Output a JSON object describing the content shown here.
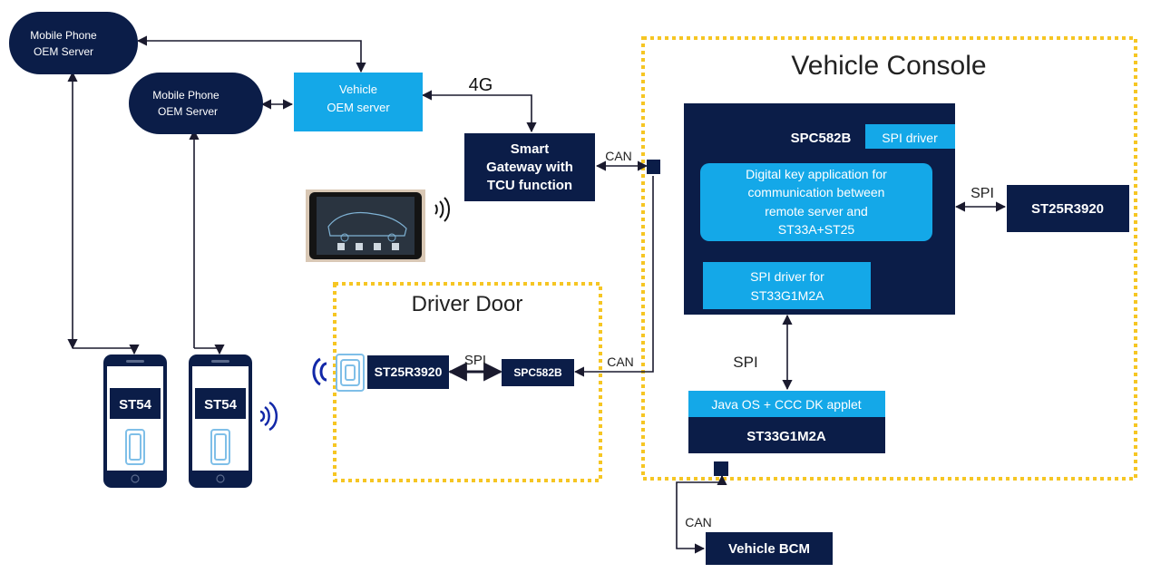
{
  "servers": {
    "mobile_oem_1": [
      "Mobile Phone",
      "OEM Server"
    ],
    "mobile_oem_2": [
      "Mobile Phone",
      "OEM Server"
    ],
    "vehicle_oem": [
      "Vehicle",
      "OEM server"
    ]
  },
  "links": {
    "fourg": "4G",
    "can_gateway": "CAN",
    "can_door": "CAN",
    "can_bcm": "CAN",
    "spi_door": "SPI",
    "spi_console_right": "SPI",
    "spi_console_down": "SPI"
  },
  "gateway": [
    "Smart",
    "Gateway with",
    "TCU function"
  ],
  "console": {
    "title": "Vehicle Console",
    "mcu": "SPC582B",
    "spi_driver": "SPI driver",
    "app": [
      "Digital key application for",
      "communication between",
      "remote server and",
      "ST33A+ST25"
    ],
    "spi_driver_for": [
      "SPI driver for",
      "ST33G1M2A"
    ],
    "nfc_reader": "ST25R3920",
    "applet": "Java OS + CCC DK applet",
    "secure_element": "ST33G1M2A"
  },
  "door": {
    "title": "Driver Door",
    "nfc_reader": "ST25R3920",
    "mcu": "SPC582B"
  },
  "phones": {
    "phone1_chip": "ST54",
    "phone2_chip": "ST54"
  },
  "bcm": "Vehicle BCM",
  "colors": {
    "navy": "#0b1d48",
    "cyan": "#14a8e8",
    "yellow_dash": "#f6c623",
    "line": "#1a1a2e"
  }
}
